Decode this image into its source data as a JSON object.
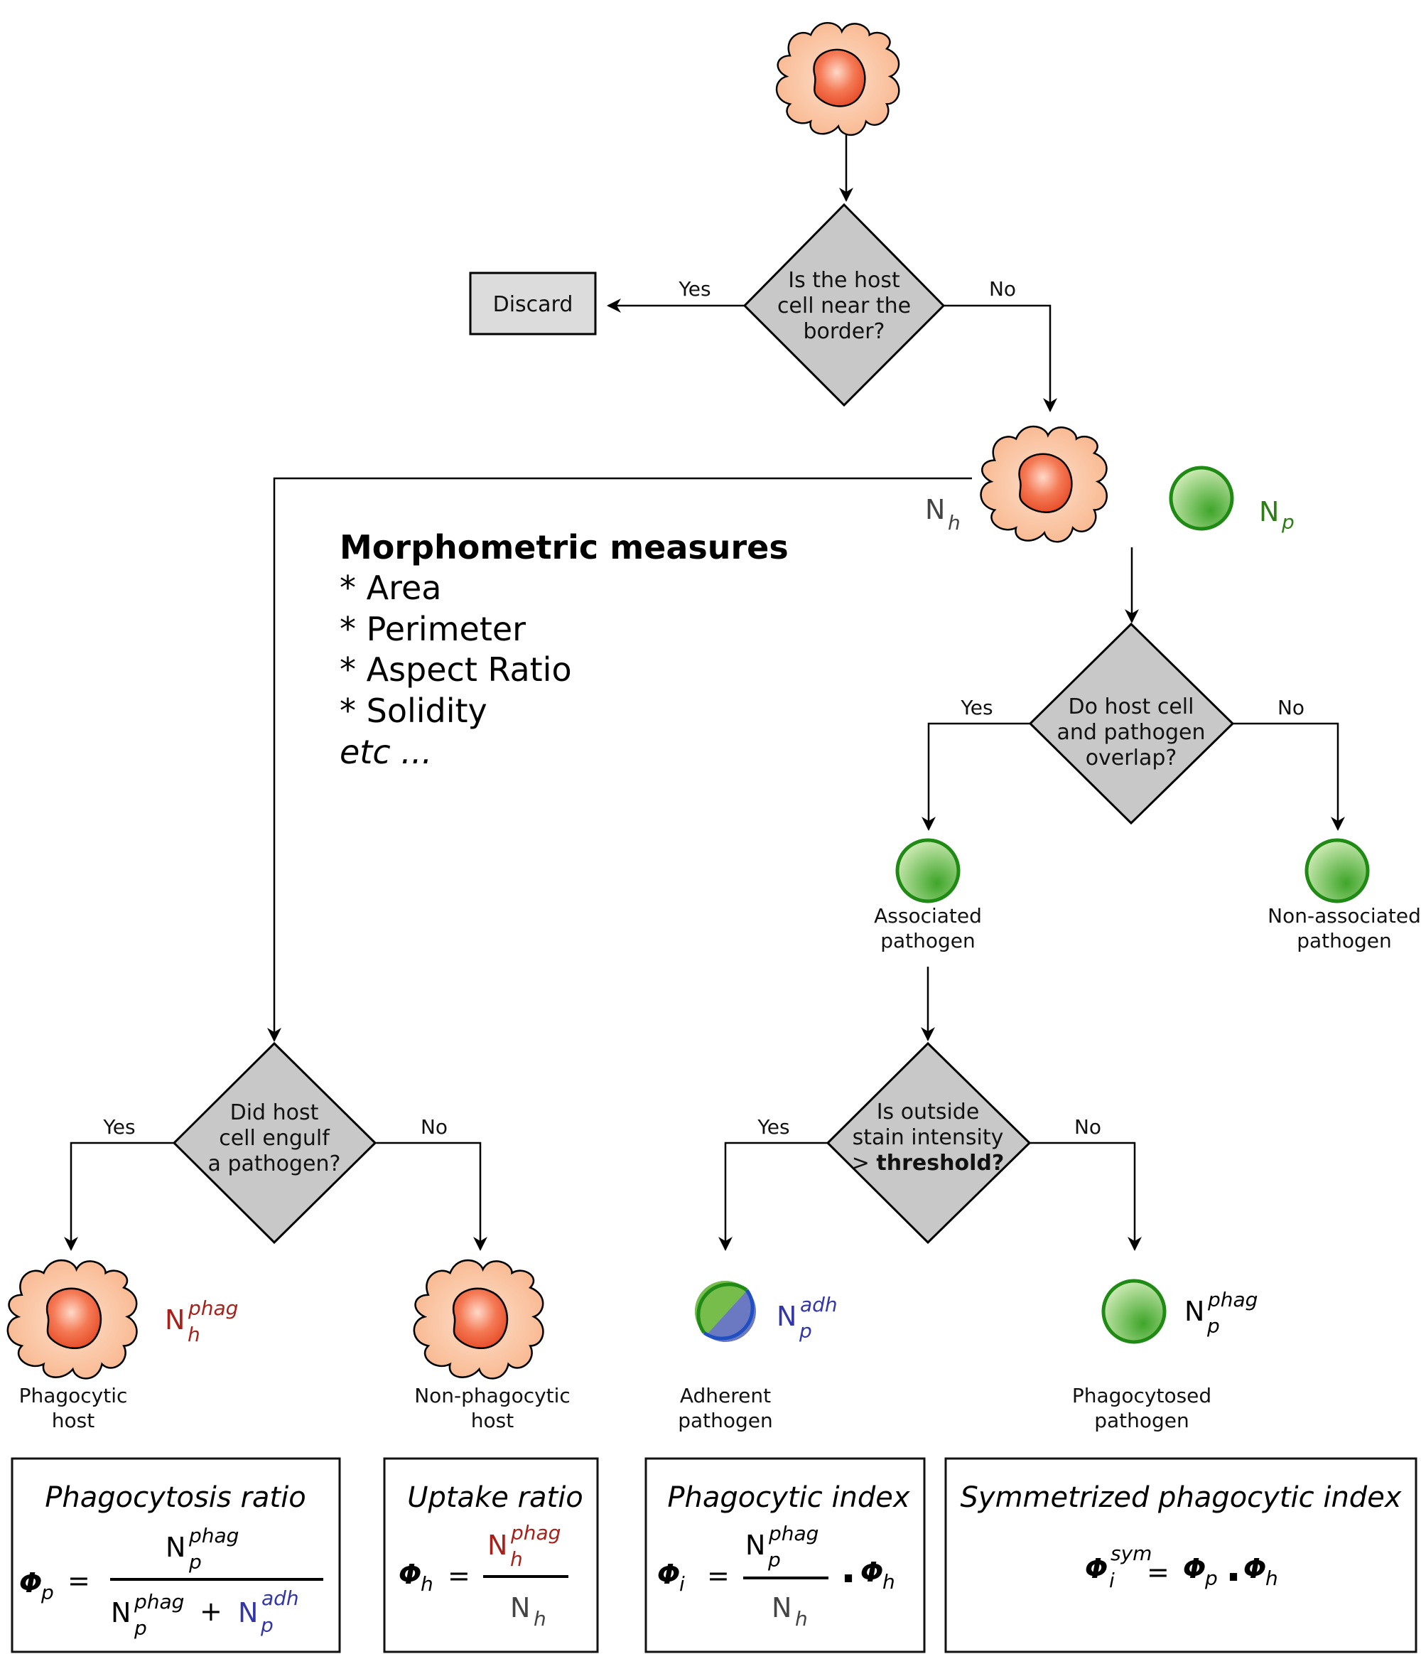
{
  "start_node": {
    "icon": "host-cell-icon"
  },
  "discard": {
    "label": "Discard"
  },
  "decision_border": {
    "lines": [
      "Is the host",
      "cell near the",
      "border?"
    ],
    "yes": "Yes",
    "no": "No"
  },
  "host_counts": {
    "Nh": "N",
    "Nh_sub": "h",
    "Np": "N",
    "Np_sub": "p"
  },
  "morphometric": {
    "title": "Morphometric measures",
    "items": [
      "* Area",
      "* Perimeter",
      "* Aspect Ratio",
      "* Solidity"
    ],
    "etc": "etc ..."
  },
  "decision_overlap": {
    "lines": [
      "Do host cell",
      "and pathogen",
      "overlap?"
    ],
    "yes": "Yes",
    "no": "No"
  },
  "associated": {
    "lines": [
      "Associated",
      "pathogen"
    ]
  },
  "non_associated": {
    "lines": [
      "Non-associated",
      "pathogen"
    ]
  },
  "decision_stain": {
    "lines": [
      "Is outside",
      "stain intensity"
    ],
    "line3_prefix": ">",
    "line3_bold": "threshold?",
    "yes": "Yes",
    "no": "No"
  },
  "decision_engulf": {
    "lines": [
      "Did host",
      "cell engulf",
      "a pathogen?"
    ],
    "yes": "Yes",
    "no": "No"
  },
  "phagocytic_host": {
    "lines": [
      "Phagocytic",
      "host"
    ],
    "symbol": "N",
    "sup": "phag",
    "sub": "h"
  },
  "non_phagocytic_host": {
    "lines": [
      "Non-phagocytic",
      "host"
    ]
  },
  "adherent": {
    "lines": [
      "Adherent",
      "pathogen"
    ],
    "symbol": "N",
    "sup": "adh",
    "sub": "p"
  },
  "phagocytosed": {
    "lines": [
      "Phagocytosed",
      "pathogen"
    ],
    "symbol": "N",
    "sup": "phag",
    "sub": "p"
  },
  "formulas": {
    "phagocytosis_ratio": {
      "title": "Phagocytosis ratio",
      "lhs": "Φ",
      "lhs_sub": "p",
      "eq": "=",
      "num": "N",
      "num_sup": "phag",
      "num_sub": "p",
      "den1": "N",
      "den1_sup": "phag",
      "den1_sub": "p",
      "plus": "+",
      "den2": "N",
      "den2_sup": "adh",
      "den2_sub": "p"
    },
    "uptake_ratio": {
      "title": "Uptake ratio",
      "lhs": "Φ",
      "lhs_sub": "h",
      "eq": "=",
      "num": "N",
      "num_sup": "phag",
      "num_sub": "h",
      "den": "N",
      "den_sub": "h"
    },
    "phagocytic_index": {
      "title": "Phagocytic index",
      "lhs": "Φ",
      "lhs_sub": "i",
      "eq": "=",
      "num": "N",
      "num_sup": "phag",
      "num_sub": "p",
      "den": "N",
      "den_sub": "h",
      "dot": ".",
      "mult": "Φ",
      "mult_sub": "h"
    },
    "symmetrized": {
      "title": "Symmetrized phagocytic index",
      "lhs": "Φ",
      "lhs_sup": "sym",
      "lhs_sub": "i",
      "eq": "=",
      "a": "Φ",
      "a_sub": "p",
      "dot": ".",
      "b": "Φ",
      "b_sub": "h"
    }
  },
  "colors": {
    "diamond_fill": "#c8c8c8",
    "cell_fill": "#f9b990",
    "nucleus_fill": "#f0623a",
    "pathogen_fill": "#5fb63b",
    "pathogen_stroke": "#1f8a14",
    "adherent_stroke": "#1f4fc0",
    "red": "#a8201a",
    "blue": "#3336a8",
    "green": "#2e7d16"
  }
}
